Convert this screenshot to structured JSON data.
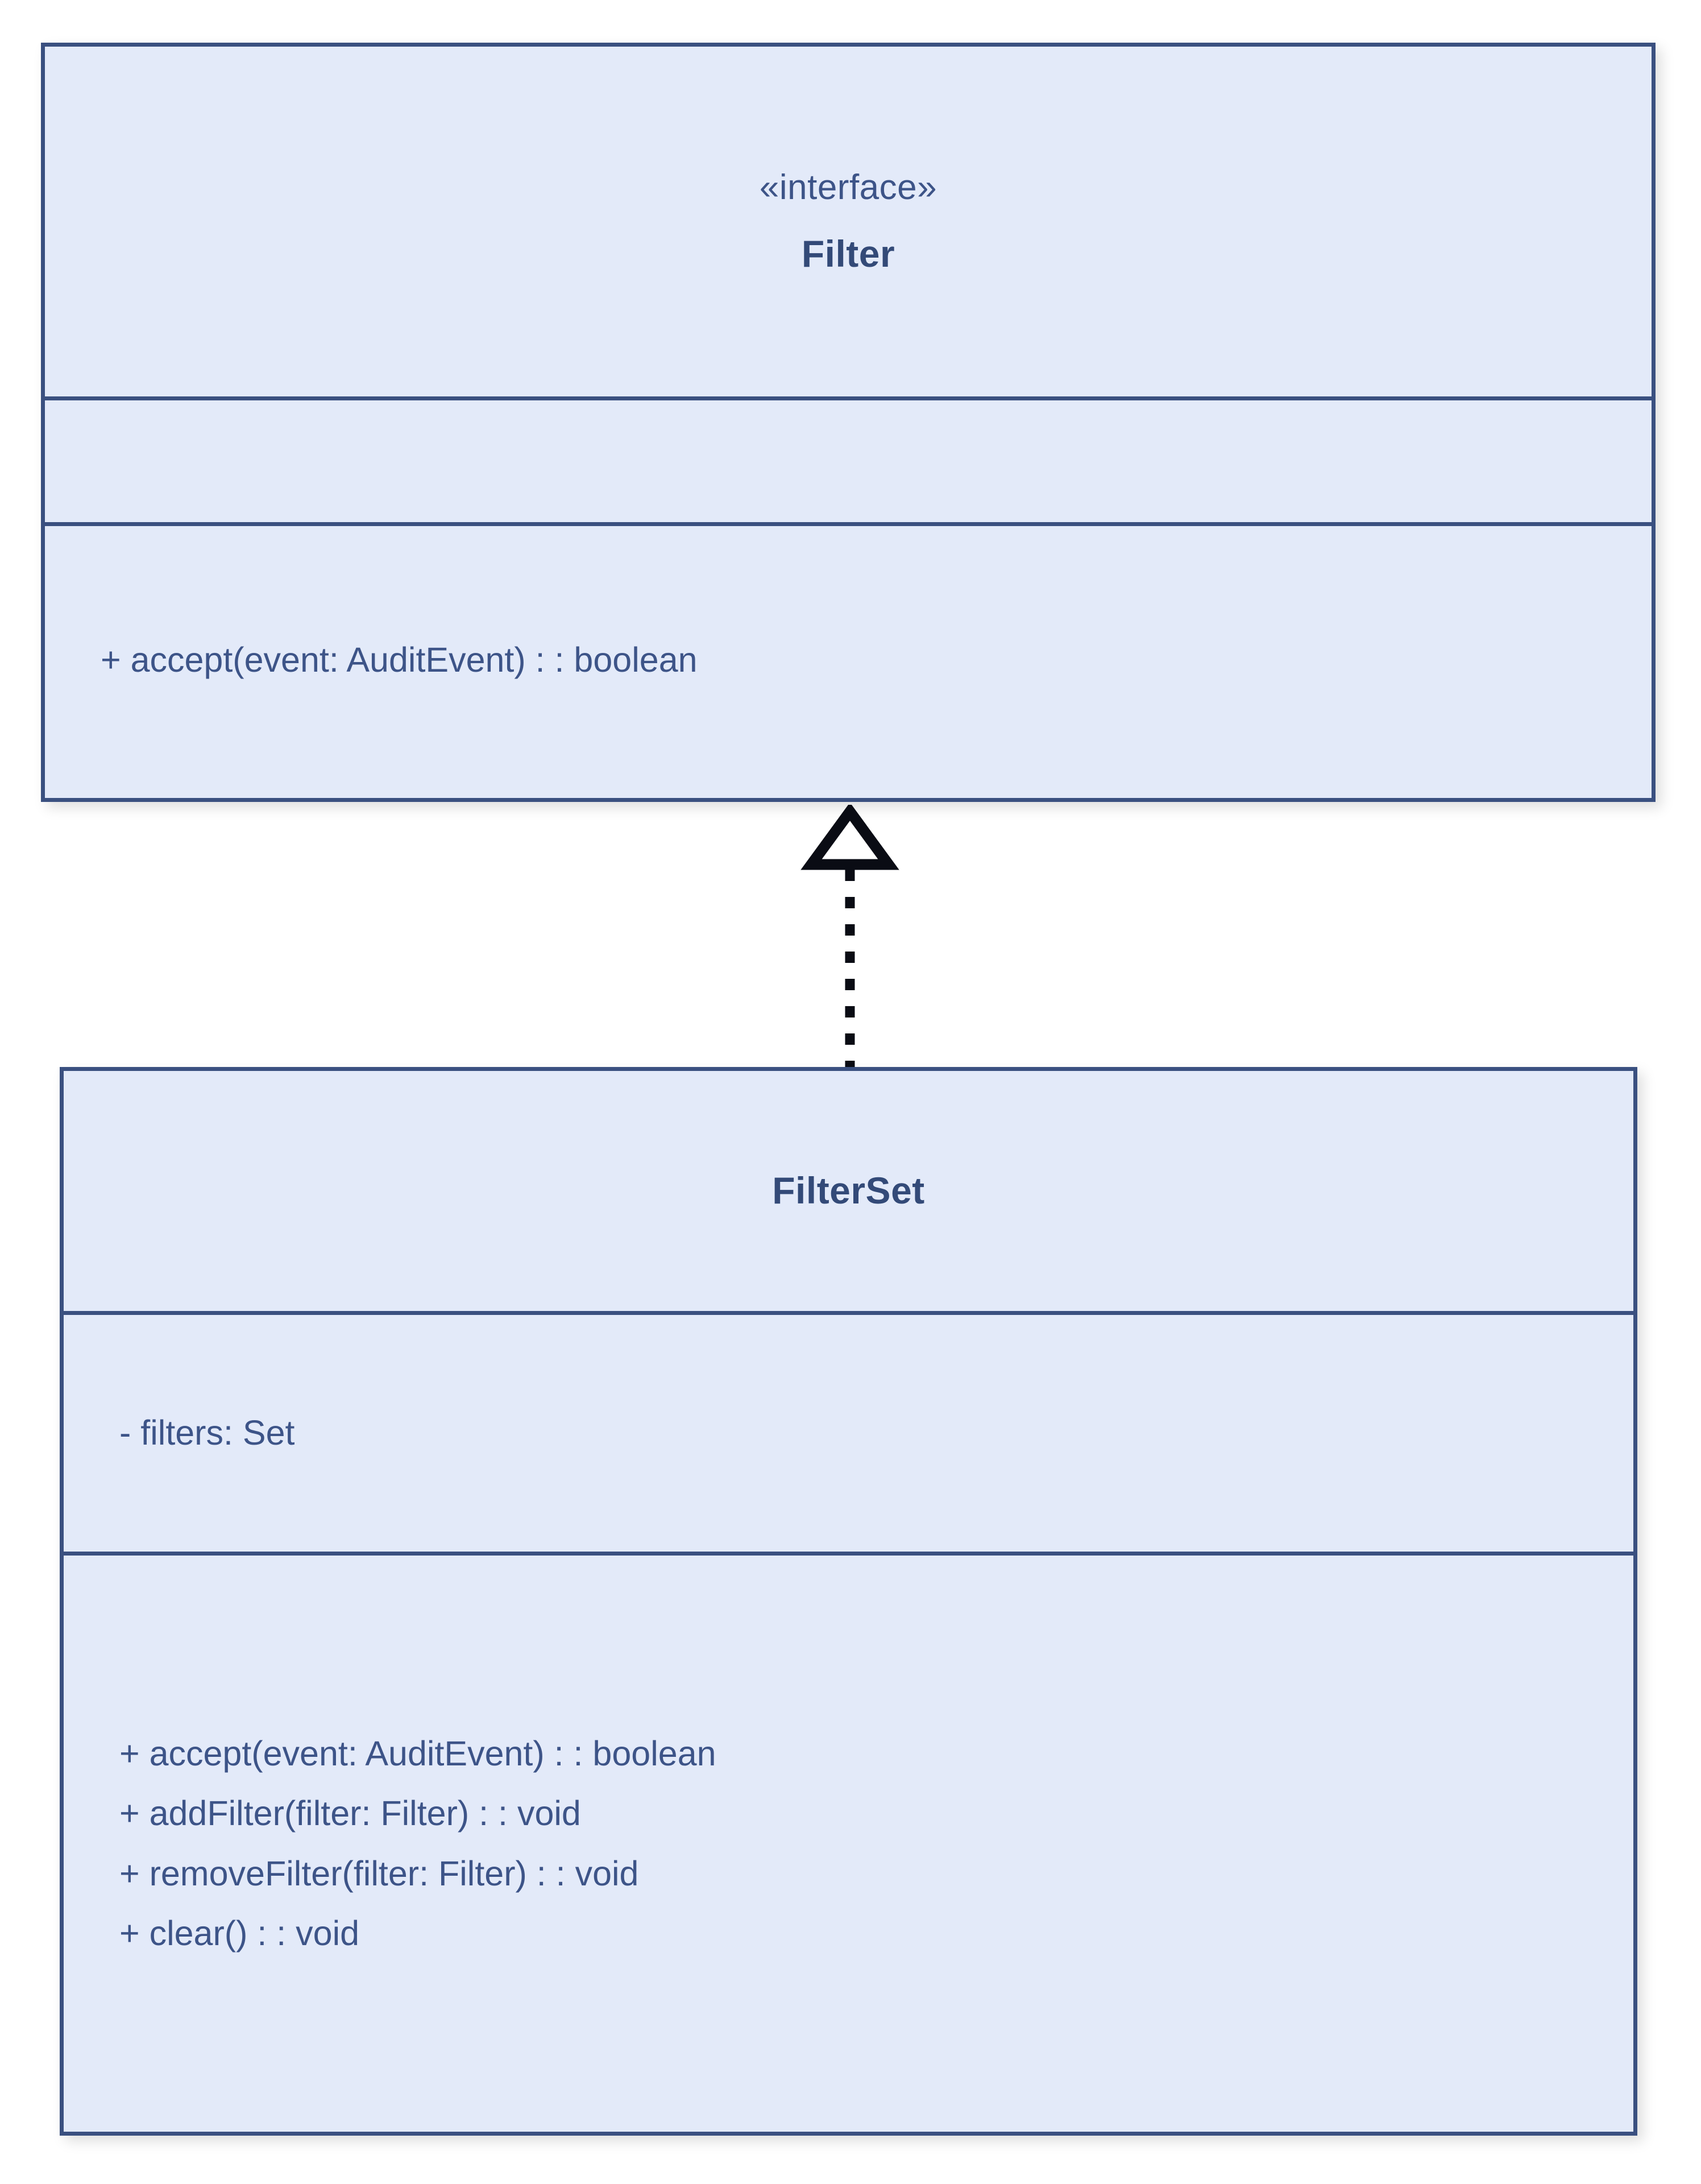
{
  "diagram": {
    "type": "uml-class-diagram",
    "background_color": "#ffffff",
    "classes": [
      {
        "id": "filter",
        "stereotype": "«interface»",
        "name": "Filter",
        "attributes": [],
        "methods": [
          "+ accept(event: AuditEvent) : : boolean"
        ],
        "fill_color": "#e3eaf9",
        "border_color": "#3a5080",
        "text_color": "#3d5488"
      },
      {
        "id": "filterset",
        "stereotype": "",
        "name": "FilterSet",
        "attributes": [
          "- filters: Set"
        ],
        "methods": [
          "+ accept(event: AuditEvent) : : boolean",
          "+ addFilter(filter: Filter) : : void",
          "+ removeFilter(filter: Filter) : : void",
          "+ clear() : : void"
        ],
        "fill_color": "#e3eaf9",
        "border_color": "#3a5080",
        "text_color": "#3d5488"
      }
    ],
    "relationships": [
      {
        "id": "filterset-realizes-filter",
        "kind": "realization",
        "line_style": "dashed",
        "arrowhead": "hollow-triangle",
        "source": "FilterSet",
        "target": "Filter",
        "color": "#000000"
      }
    ]
  }
}
